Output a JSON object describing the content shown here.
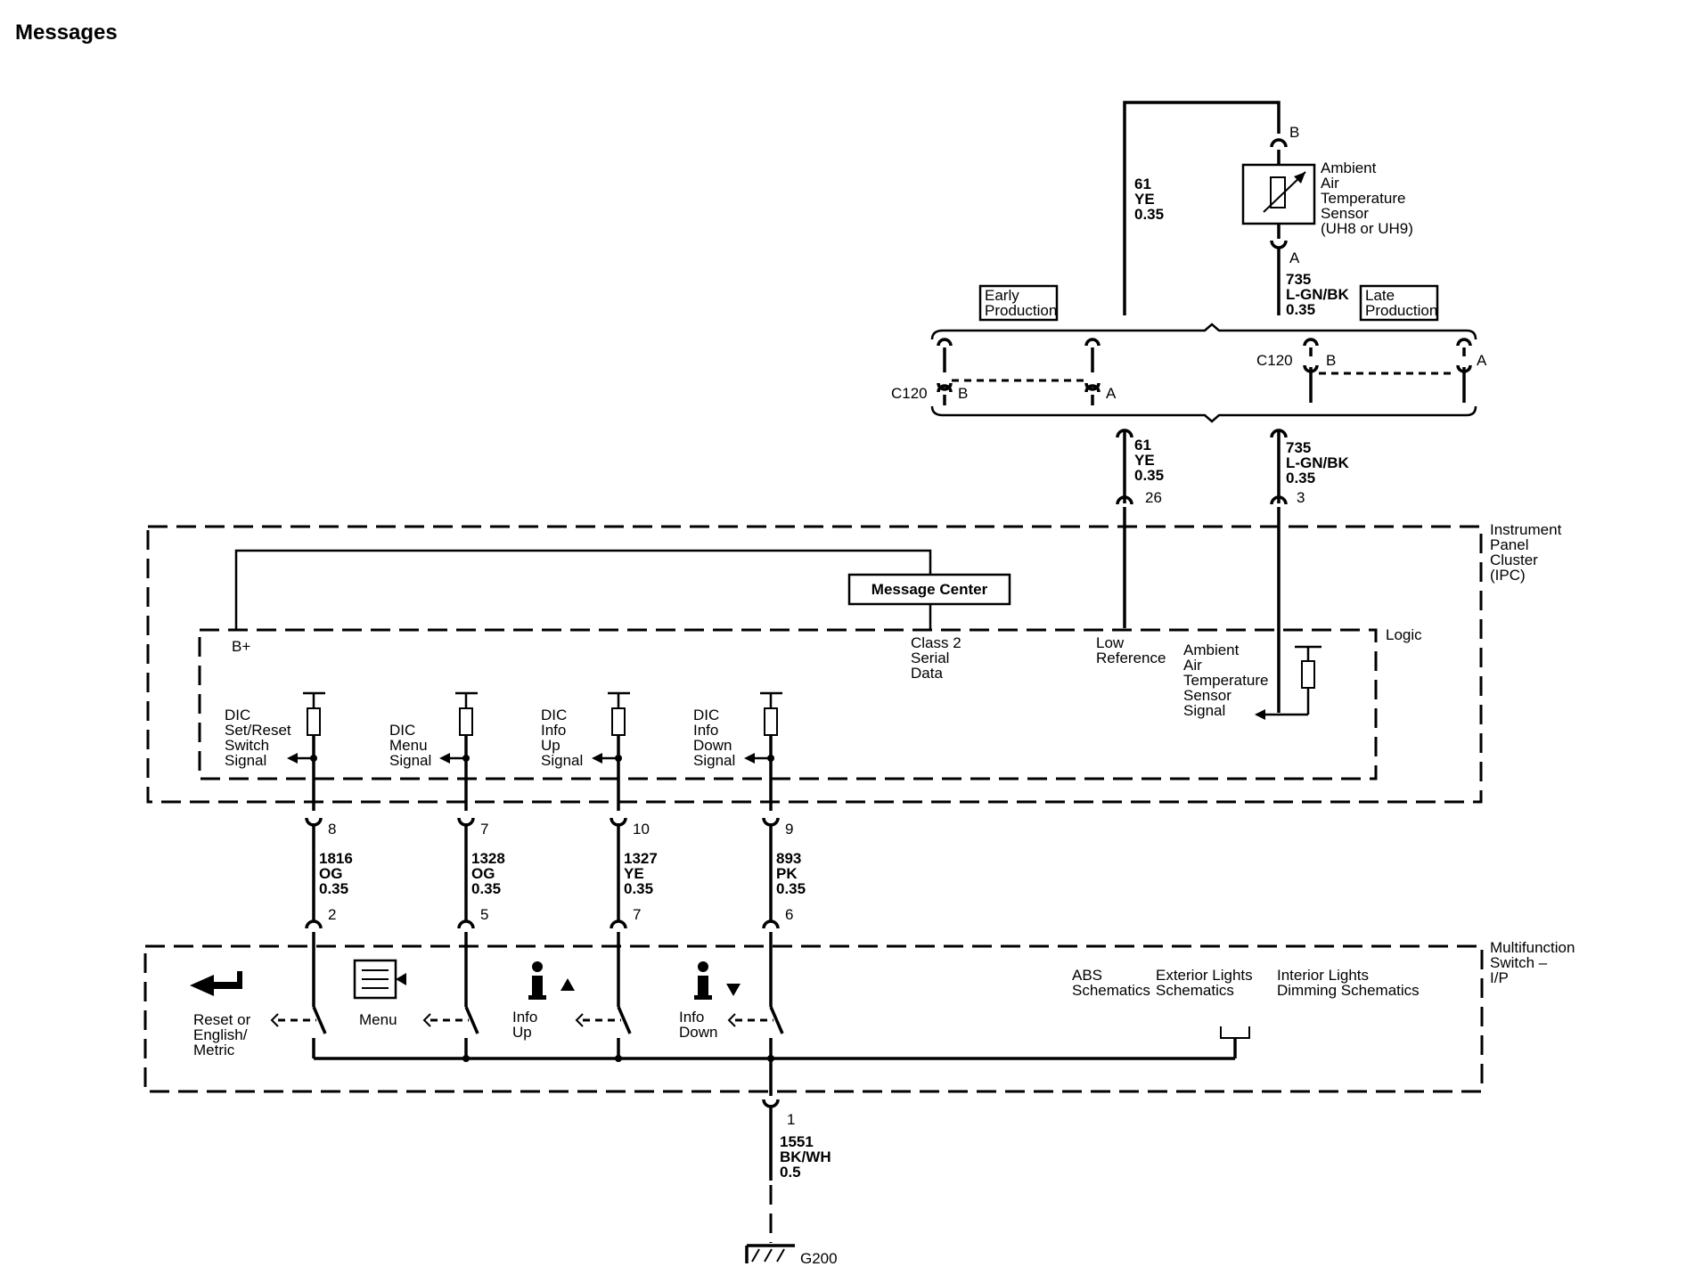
{
  "page": {
    "title": "Messages"
  },
  "notes": {
    "early_production": [
      "Early",
      "Production"
    ],
    "late_production": [
      "Late",
      "Production"
    ]
  },
  "sensor": {
    "pin_b": "B",
    "pin_a": "A",
    "label": [
      "Ambient",
      "Air",
      "Temperature",
      "Sensor",
      "(UH8 or UH9)"
    ]
  },
  "wires": {
    "upper_61": [
      "61",
      "YE",
      "0.35"
    ],
    "upper_735": [
      "735",
      "L-GN/BK",
      "0.35"
    ],
    "lower_61": [
      "61",
      "YE",
      "0.35"
    ],
    "lower_735": [
      "735",
      "L-GN/BK",
      "0.35"
    ],
    "w1816": [
      "1816",
      "OG",
      "0.35"
    ],
    "w1328": [
      "1328",
      "OG",
      "0.35"
    ],
    "w1327": [
      "1327",
      "YE",
      "0.35"
    ],
    "w893": [
      "893",
      "PK",
      "0.35"
    ],
    "w1551": [
      "1551",
      "BK/WH",
      "0.5"
    ]
  },
  "connectors": {
    "c120_left": "C120",
    "c120_left_b": "B",
    "c120_left_a": "A",
    "c120_right": "C120",
    "c120_right_b": "B",
    "c120_right_a": "A"
  },
  "ipc": {
    "label": [
      "Instrument",
      "Panel",
      "Cluster",
      "(IPC)"
    ],
    "message_center": "Message Center",
    "logic": "Logic",
    "b_plus": "B+",
    "class2": [
      "Class 2",
      "Serial",
      "Data"
    ],
    "low_ref": [
      "Low",
      "Reference"
    ],
    "amb_signal": [
      "Ambient",
      "Air",
      "Temperature",
      "Sensor",
      "Signal"
    ],
    "pin_26": "26",
    "pin_3": "3",
    "signals": [
      {
        "label": [
          "DIC",
          "Set/Reset",
          "Switch",
          "Signal"
        ],
        "ipc_pin": "8",
        "switch_pin": "2"
      },
      {
        "label": [
          "DIC",
          "Menu",
          "Signal"
        ],
        "ipc_pin": "7",
        "switch_pin": "5"
      },
      {
        "label": [
          "DIC",
          "Info",
          "Up",
          "Signal"
        ],
        "ipc_pin": "10",
        "switch_pin": "7"
      },
      {
        "label": [
          "DIC",
          "Info",
          "Down",
          "Signal"
        ],
        "ipc_pin": "9",
        "switch_pin": "6"
      }
    ]
  },
  "switch": {
    "label": [
      "Multifunction",
      "Switch –",
      "I/P"
    ],
    "reset": [
      "Reset or",
      "English/",
      "Metric"
    ],
    "menu": "Menu",
    "info_up": [
      "Info",
      "Up"
    ],
    "info_down": [
      "Info",
      "Down"
    ],
    "abs": [
      "ABS",
      "Schematics"
    ],
    "ext_lights": [
      "Exterior Lights",
      "Schematics"
    ],
    "int_lights": [
      "Interior Lights",
      "Dimming Schematics"
    ],
    "ground_pin": "1"
  },
  "ground": {
    "label": "G200"
  },
  "icons": [
    "return-arrow-icon",
    "menu-icon",
    "info-up-icon",
    "info-down-icon",
    "ground-icon",
    "thermistor-icon"
  ]
}
